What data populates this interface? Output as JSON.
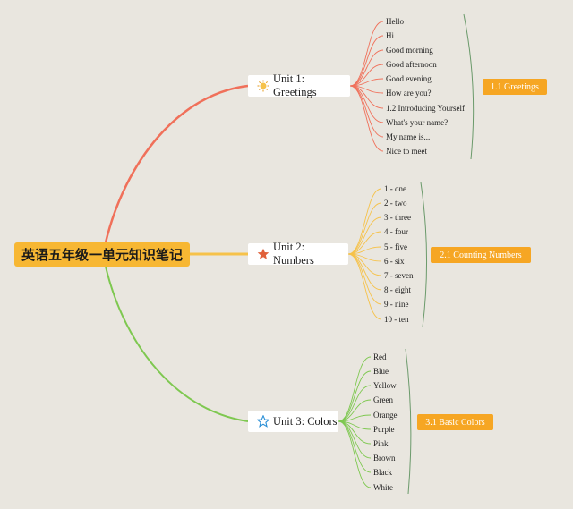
{
  "root": {
    "title": "英语五年级一单元知识笔记",
    "color": "#f7b733"
  },
  "units": [
    {
      "label": "Unit 1: Greetings",
      "icon": "sun-icon",
      "color": "#f0705a",
      "summary": "1.1 Greetings",
      "items": [
        "Hello",
        "Hi",
        "Good morning",
        "Good afternoon",
        "Good evening",
        "How are you?",
        "1.2 Introducing Yourself",
        "What's your name?",
        "My name is...",
        "Nice to meet"
      ]
    },
    {
      "label": "Unit 2: Numbers",
      "icon": "star-filled-icon",
      "color": "#f6c24a",
      "summary": "2.1 Counting Numbers",
      "items": [
        "1 - one",
        "2 - two",
        "3 - three",
        "4 - four",
        "5 - five",
        "6 - six",
        "7 - seven",
        "8 - eight",
        "9 - nine",
        "10 - ten"
      ]
    },
    {
      "label": "Unit 3: Colors",
      "icon": "star-outline-icon",
      "color": "#7ec850",
      "summary": "3.1 Basic Colors",
      "items": [
        "Red",
        "Blue",
        "Yellow",
        "Green",
        "Orange",
        "Purple",
        "Pink",
        "Brown",
        "Black",
        "White"
      ]
    }
  ]
}
